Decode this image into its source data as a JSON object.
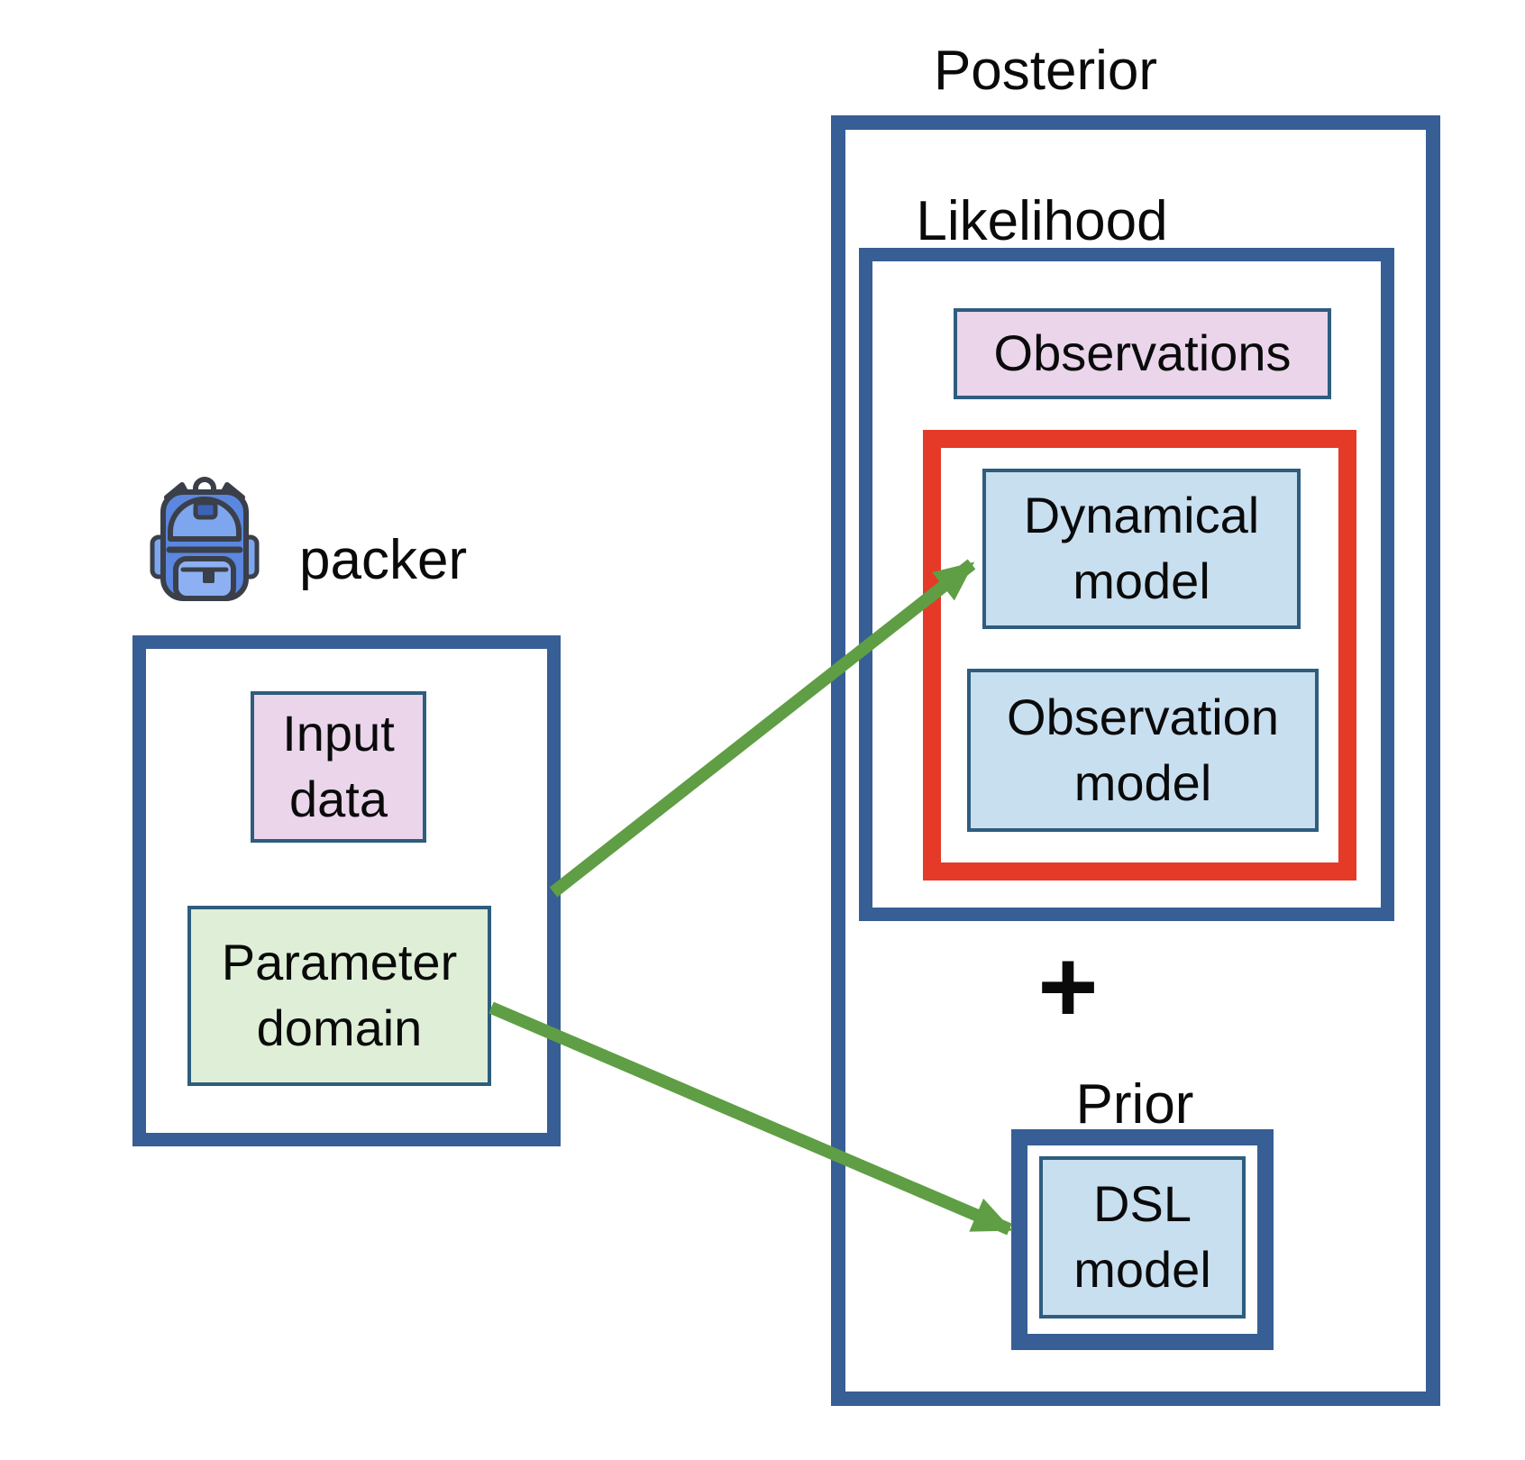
{
  "labels": {
    "posterior": "Posterior",
    "likelihood": "Likelihood",
    "prior": "Prior",
    "plus": "+",
    "observations": "Observations",
    "dynamical_model": "Dynamical model",
    "observation_model": "Observation model",
    "dsl_model": "DSL model",
    "input_data": "Input data",
    "parameter_domain": "Parameter domain",
    "packer": "packer"
  },
  "icons": {
    "packer": "backpack-icon"
  },
  "colors": {
    "frame_blue": "#375e95",
    "box_border": "#2e5d7e",
    "highlight_red": "#e53a28",
    "arrow_green": "#5f9e44",
    "fill_pink": "#ead5eb",
    "fill_light_blue": "#c8dff0",
    "fill_light_green": "#dfeed6"
  }
}
